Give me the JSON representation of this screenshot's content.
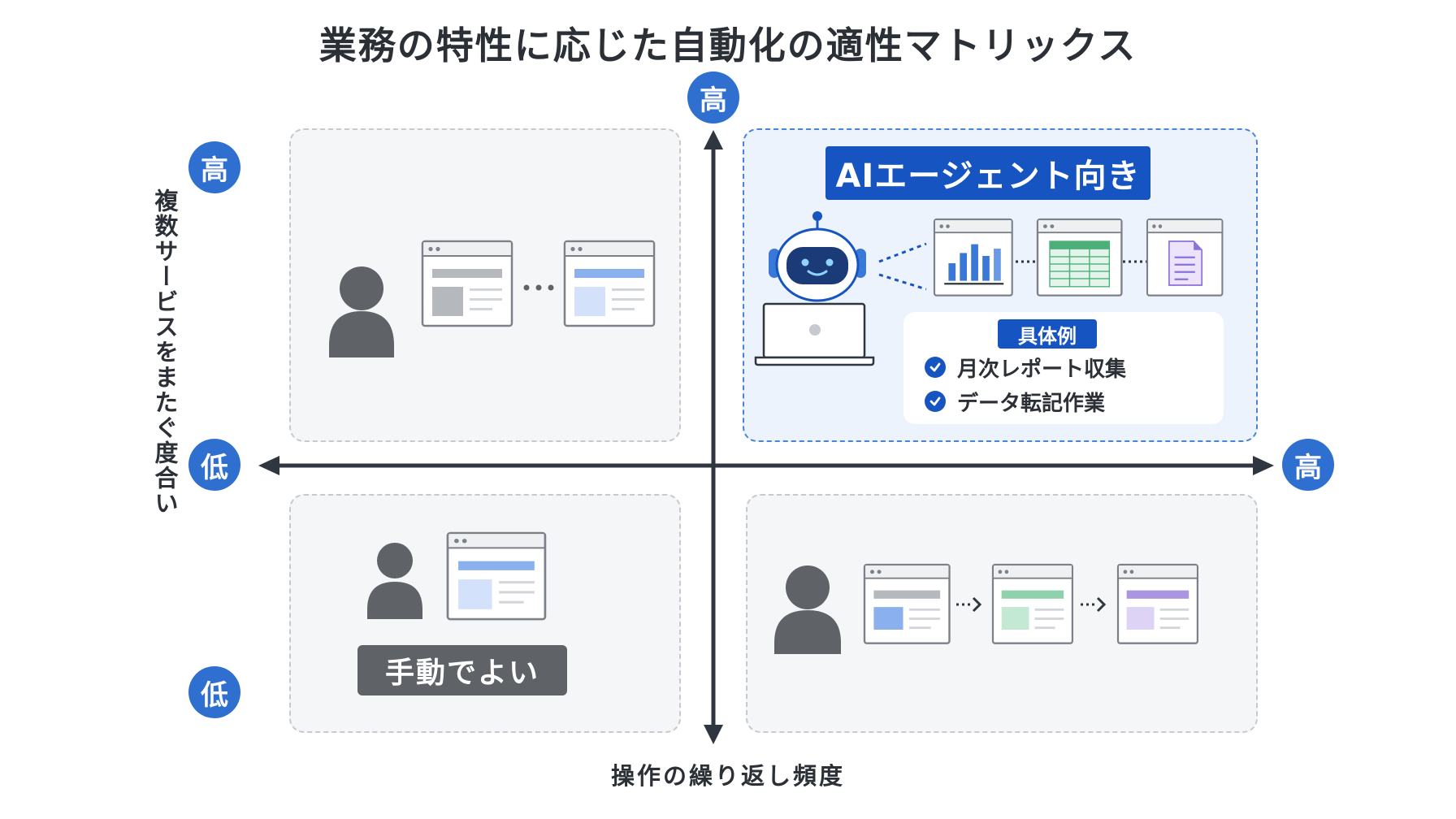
{
  "title": "業務の特性に応じた自動化の適性マトリックス",
  "y_axis": {
    "label": "複数サービスをまたぐ度合い",
    "high": "高",
    "low": "低"
  },
  "x_axis": {
    "label": "操作の繰り返し頻度",
    "high": "高",
    "low": "低"
  },
  "axis_top": "高",
  "quadrants": {
    "top_right": {
      "label": "AIエージェント向き",
      "examples_heading": "具体例",
      "examples": [
        "月次レポート収集",
        "データ転記作業"
      ]
    },
    "bottom_left": {
      "label": "手動でよい"
    }
  },
  "colors": {
    "accent": "#1654c2",
    "badge": "#2f6fd0",
    "axis": "#2f3640",
    "person": "#5f6368"
  }
}
